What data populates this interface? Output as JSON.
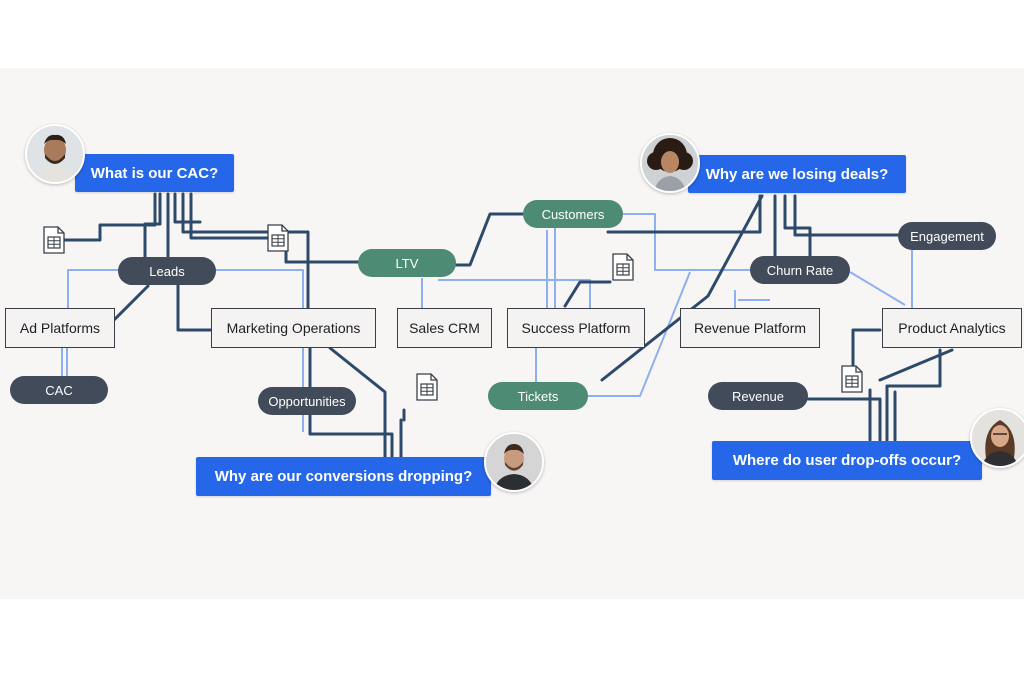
{
  "questions": {
    "cac": "What is our CAC?",
    "deals": "Why are we losing deals?",
    "conversions": "Why are our conversions dropping?",
    "dropoffs": "Where do user drop-offs occur?"
  },
  "sources": {
    "ad_platforms": "Ad Platforms",
    "marketing_ops": "Marketing Operations",
    "sales_crm": "Sales CRM",
    "success_platform": "Success Platform",
    "revenue_platform": "Revenue Platform",
    "product_analytics": "Product Analytics"
  },
  "metrics": {
    "leads": "Leads",
    "cac": "CAC",
    "opportunities": "Opportunities",
    "ltv": "LTV",
    "customers": "Customers",
    "tickets": "Tickets",
    "churn_rate": "Churn Rate",
    "revenue": "Revenue",
    "engagement": "Engagement"
  },
  "colors": {
    "question_blue": "#2567e8",
    "metric_slate": "#414b5a",
    "metric_green": "#4e8b75",
    "wire_dark": "#2e4a6a",
    "wire_light": "#8fb0f0",
    "background": "#f8f6f5"
  },
  "icons": [
    "spreadsheet-icon",
    "person-avatar"
  ]
}
